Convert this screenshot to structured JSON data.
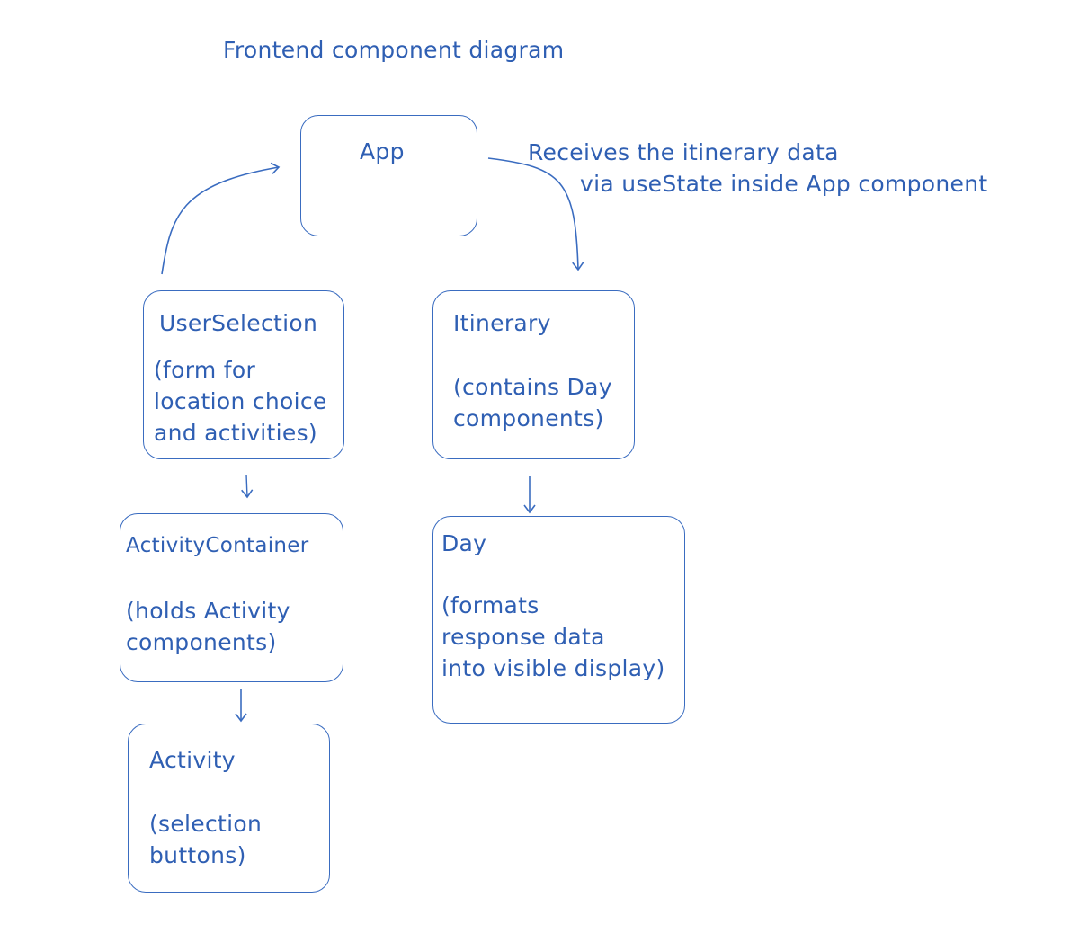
{
  "diagram": {
    "title": "Frontend component diagram",
    "annotation": {
      "line1": "Receives the itinerary data",
      "line2": "via useState inside App component"
    },
    "nodes": {
      "app": {
        "name": "App",
        "desc": ""
      },
      "user_selection": {
        "name": "UserSelection",
        "desc": "(form for\nlocation choice\nand activities)"
      },
      "itinerary": {
        "name": "Itinerary",
        "desc": "(contains Day\ncomponents)"
      },
      "activity_container": {
        "name": "ActivityContainer",
        "desc": "(holds Activity\ncomponents)"
      },
      "day": {
        "name": "Day",
        "desc": "(formats\nresponse data\ninto visible display)"
      },
      "activity": {
        "name": "Activity",
        "desc": "(selection\nbuttons)"
      }
    },
    "edges": [
      {
        "from": "UserSelection",
        "to": "App"
      },
      {
        "from": "App",
        "to": "Itinerary"
      },
      {
        "from": "UserSelection",
        "to": "ActivityContainer"
      },
      {
        "from": "Itinerary",
        "to": "Day"
      },
      {
        "from": "ActivityContainer",
        "to": "Activity"
      }
    ],
    "colors": {
      "stroke": "#3a6cc0",
      "text": "#2f5fb3",
      "background": "#ffffff"
    }
  }
}
